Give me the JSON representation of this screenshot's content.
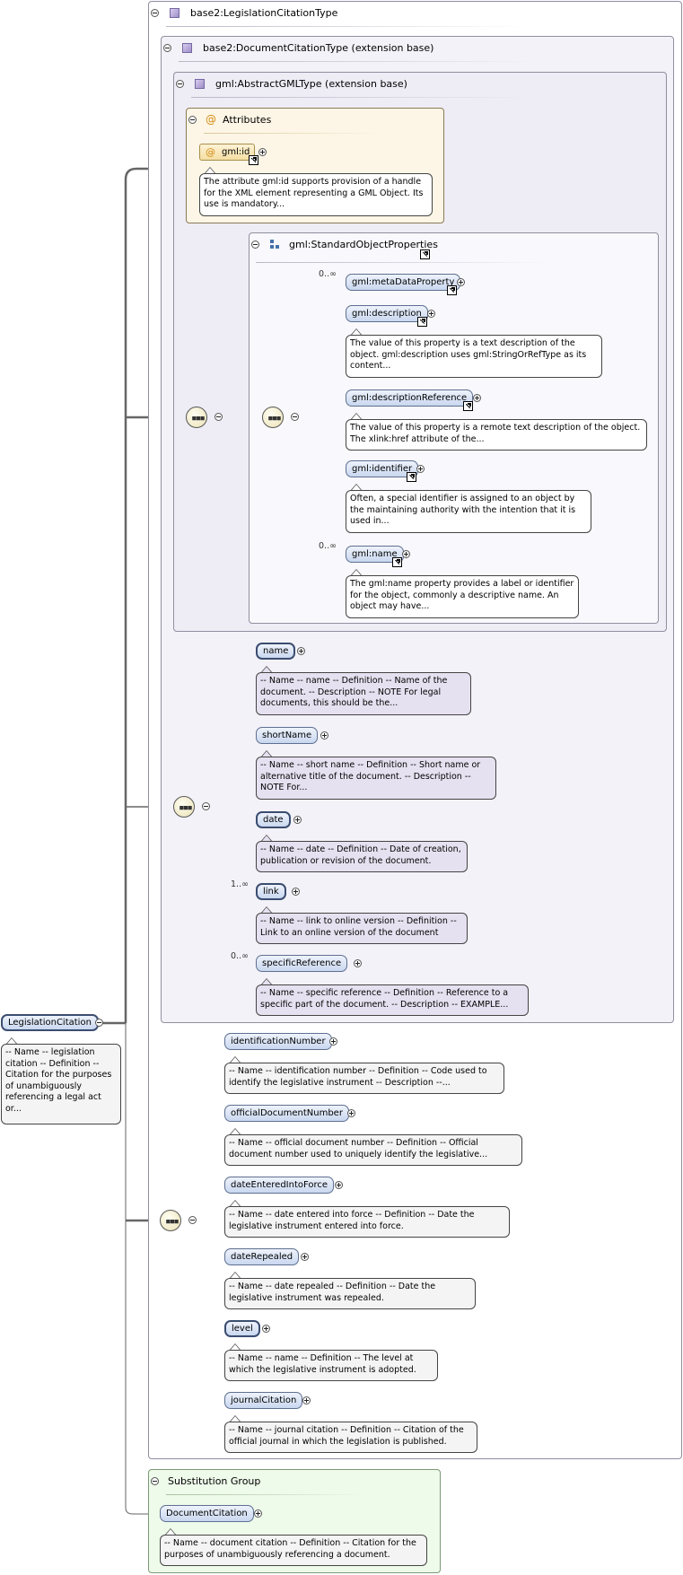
{
  "root_element": {
    "label": "LegislationCitation",
    "note": "-- Name -- legislation citation -- Definition -- Citation for the purposes of unambiguously referencing a legal act or..."
  },
  "type_box": {
    "title": "base2:LegislationCitationType"
  },
  "ext_box_1": {
    "title": "base2:DocumentCitationType (extension base)"
  },
  "ext_box_2": {
    "title": "gml:AbstractGMLType (extension base)"
  },
  "attributes_box": {
    "title": "Attributes",
    "attr_label": "gml:id",
    "attr_note": "The attribute gml:id supports provision of a handle for the XML element representing a GML Object. Its use is mandatory..."
  },
  "sop_box": {
    "title": "gml:StandardObjectProperties",
    "items": [
      {
        "label": "gml:metaDataProperty",
        "card": "0..∞",
        "note": ""
      },
      {
        "label": "gml:description",
        "card": "",
        "note": "The value of this property is a text description of the object. gml:description uses gml:StringOrRefType as its content..."
      },
      {
        "label": "gml:descriptionReference",
        "card": "",
        "note": "The value of this property is a remote text description of the object. The xlink:href attribute of the..."
      },
      {
        "label": "gml:identifier",
        "card": "",
        "note": "Often, a special identifier is assigned to an object by the maintaining authority with the intention that it is used in..."
      },
      {
        "label": "gml:name",
        "card": "0..∞",
        "note": "The gml:name property provides a label or identifier for the object, commonly a descriptive name. An object may have..."
      }
    ]
  },
  "doc_seq": {
    "items": [
      {
        "label": "name",
        "card": "",
        "note": "-- Name -- name -- Definition -- Name of the document. -- Description -- NOTE For legal documents, this should be the..."
      },
      {
        "label": "shortName",
        "card": "",
        "note": "-- Name -- short name -- Definition -- Short name or alternative title of the document. -- Description -- NOTE For..."
      },
      {
        "label": "date",
        "card": "",
        "note": "-- Name -- date -- Definition -- Date of creation, publication or revision of the document."
      },
      {
        "label": "link",
        "card": "1..∞",
        "note": "-- Name -- link to online version -- Definition -- Link to an online version of the document"
      },
      {
        "label": "specificReference",
        "card": "0..∞",
        "note": "-- Name -- specific reference -- Definition -- Reference to a specific part of the document. -- Description -- EXAMPLE..."
      }
    ]
  },
  "leg_seq": {
    "items": [
      {
        "label": "identificationNumber",
        "note": "-- Name -- identification number -- Definition -- Code used to identify the legislative instrument -- Description --..."
      },
      {
        "label": "officialDocumentNumber",
        "note": "-- Name -- official document number -- Definition -- Official document number used to uniquely identify the legislative..."
      },
      {
        "label": "dateEnteredIntoForce",
        "note": "-- Name -- date entered into force -- Definition -- Date the legislative instrument entered into force."
      },
      {
        "label": "dateRepealed",
        "note": "-- Name -- date repealed -- Definition -- Date the legislative instrument was repealed."
      },
      {
        "label": "level",
        "note": "-- Name -- name -- Definition -- The level at which the legislative instrument is adopted."
      },
      {
        "label": "journalCitation",
        "note": "-- Name -- journal citation -- Definition -- Citation of the official journal in which the legislation is published."
      }
    ]
  },
  "substitution_box": {
    "title": "Substitution Group",
    "element": "DocumentCitation",
    "note": "-- Name -- document citation -- Definition -- Citation for the purposes of unambiguously referencing a document."
  }
}
